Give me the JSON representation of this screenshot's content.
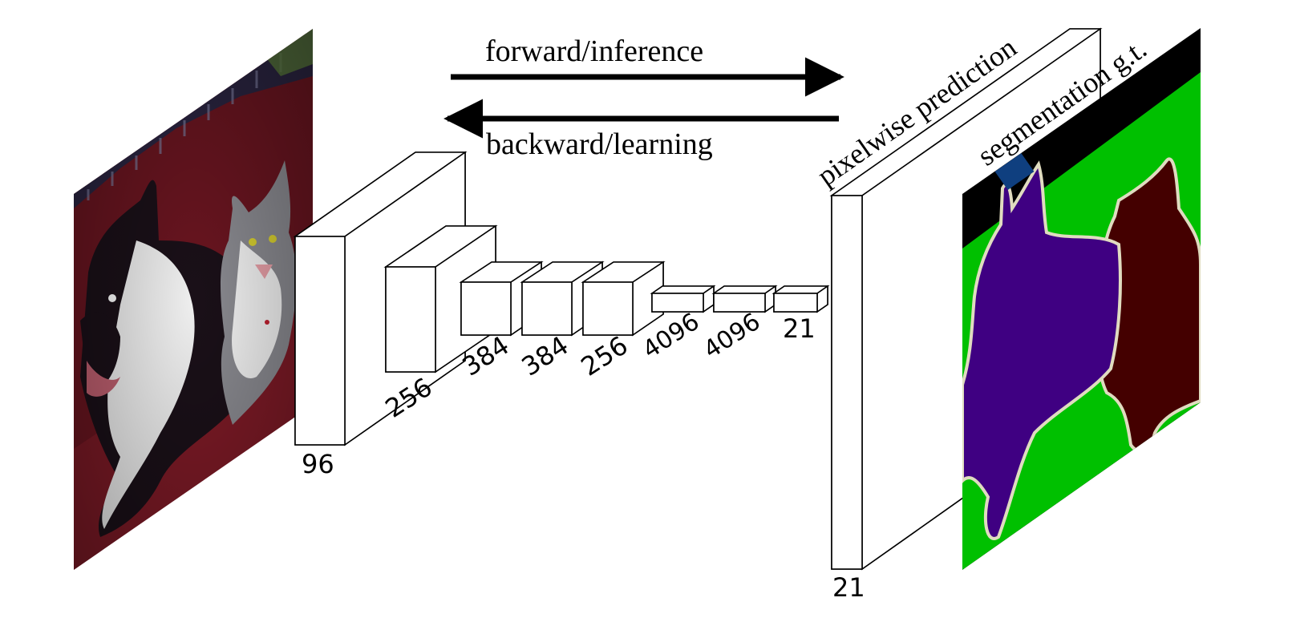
{
  "diagram": {
    "arrows": {
      "forward_label": "forward/inference",
      "backward_label": "backward/learning"
    },
    "prediction_label": "pixelwise prediction",
    "ground_truth_label": "segmentation g.t.",
    "layers": [
      {
        "label": "96"
      },
      {
        "label": "256"
      },
      {
        "label": "384"
      },
      {
        "label": "384"
      },
      {
        "label": "256"
      },
      {
        "label": "4096"
      },
      {
        "label": "4096"
      },
      {
        "label": "21"
      }
    ],
    "output_label": "21"
  },
  "colors": {
    "segmentation_background": "#000000",
    "segmentation_dog": "#3f0082",
    "segmentation_cat": "#440000",
    "segmentation_scene": "#00c000",
    "segmentation_boundary": "#e0dcc0",
    "segmentation_marker": "#0f3f7f",
    "photo_couch": "#6a1520",
    "photo_wall": "#2a2440"
  },
  "icons": {
    "input_photo": "dog-and-cat-photo",
    "ground_truth": "segmentation-mask"
  }
}
